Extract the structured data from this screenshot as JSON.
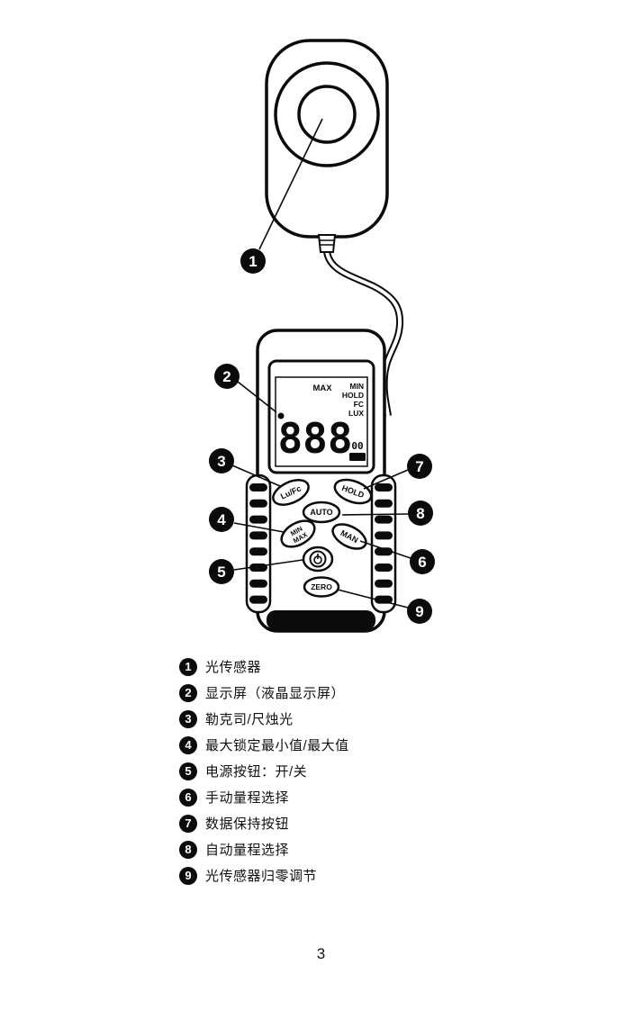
{
  "page": {
    "number": "3"
  },
  "device": {
    "lcd": {
      "max": "MAX",
      "min": "MIN",
      "hold": "HOLD",
      "fc": "FC",
      "lux": "LUX",
      "digits": "888",
      "sub_digits": "00"
    },
    "buttons": {
      "luxfc": "Lu/Fc",
      "hold": "HOLD",
      "auto": "AUTO",
      "min": "MIN",
      "max": "MAX",
      "man": "MAN",
      "zero": "ZERO"
    }
  },
  "legend": {
    "items": [
      {
        "num": "1",
        "text": "光传感器"
      },
      {
        "num": "2",
        "text": "显示屏（液晶显示屏）"
      },
      {
        "num": "3",
        "text": "勒克司/尺烛光"
      },
      {
        "num": "4",
        "text": "最大锁定最小值/最大值"
      },
      {
        "num": "5",
        "text": "电源按钮：开/关"
      },
      {
        "num": "6",
        "text": "手动量程选择"
      },
      {
        "num": "7",
        "text": "数据保持按钮"
      },
      {
        "num": "8",
        "text": "自动量程选择"
      },
      {
        "num": "9",
        "text": "光传感器归零调节"
      }
    ]
  },
  "colors": {
    "ink": "#0b0b0b",
    "paper": "#ffffff"
  }
}
